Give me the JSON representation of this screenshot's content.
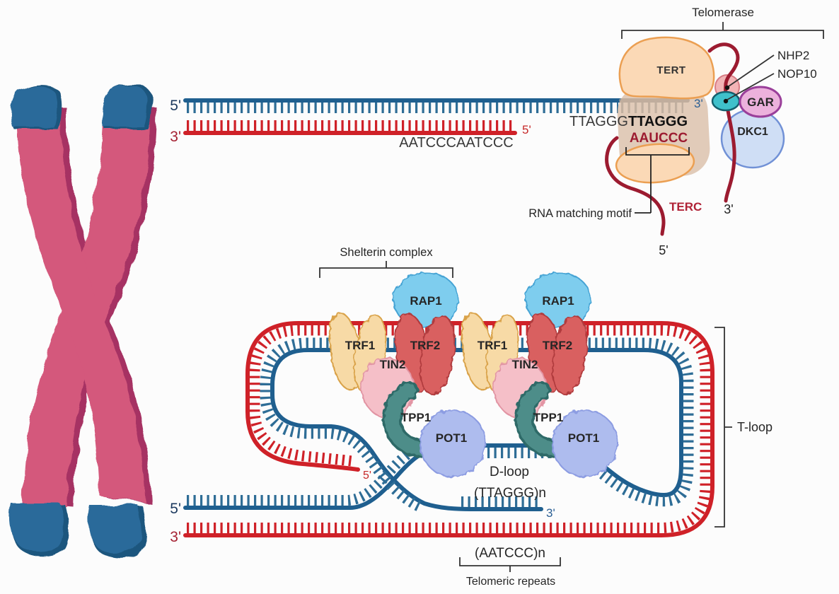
{
  "colors": {
    "strand_blue": "#1f5f8f",
    "strand_red": "#cf2128",
    "terc_red": "#9c1b30",
    "gray_strand": "#848f96",
    "chromosome_pink": "#d4587c",
    "chromosome_shadow": "#a63363",
    "telomere_cap_blue": "#2a6b9a"
  },
  "top_duplex": {
    "five_prime": "5'",
    "three_prime": "3'",
    "c_strand_five": "5'",
    "c_seq": "AATCCCAATCCC",
    "g_seq_plain": "TTAGGG",
    "g_seq_bold": "TTAGGG",
    "rna_seq": "AAUCCC",
    "g_three_prime": "3'"
  },
  "telomerase": {
    "title": "Telomerase",
    "tert": "TERT",
    "nhp2": "NHP2",
    "nop10": "NOP10",
    "gar": "GAR",
    "dkc1": "DKC1",
    "terc": "TERC",
    "terc_three": "3'",
    "terc_five": "5'",
    "rna_motif": "RNA matching motif"
  },
  "shelterin": {
    "title": "Shelterin complex",
    "rap1": "RAP1",
    "trf1": "TRF1",
    "trf2": "TRF2",
    "tin2": "TIN2",
    "tpp1": "TPP1",
    "pot1": "POT1"
  },
  "tloop": {
    "label": "T-loop",
    "dloop": "D-loop",
    "g_repeat": "(TTAGGG)n",
    "c_repeat": "(AATCCC)n",
    "repeats_label": "Telomeric repeats",
    "five_prime": "5'",
    "three_prime": "3'",
    "inner_five": "5'",
    "end_three": "3'"
  }
}
